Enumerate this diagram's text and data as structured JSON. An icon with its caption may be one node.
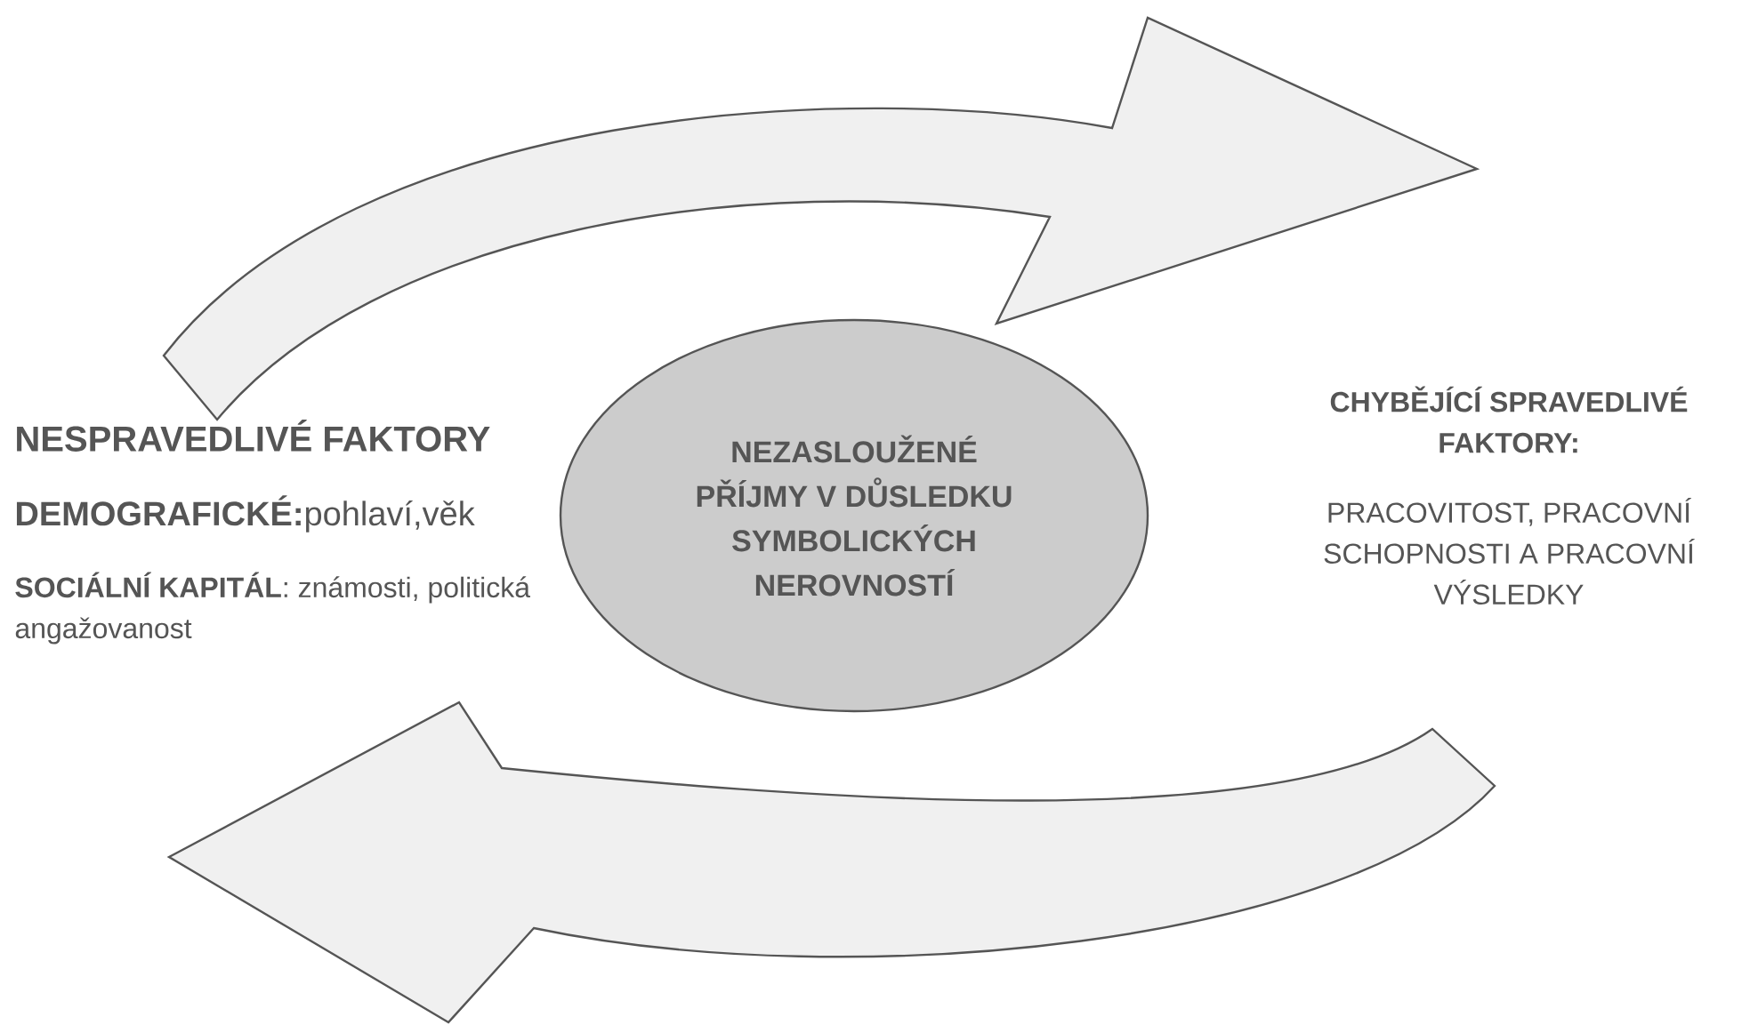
{
  "diagram": {
    "nodes": [
      {
        "text": [
          "NEZASLOUŽENÉ PŘÍJMY V DŮSLEDKU SYMBOLICKÝCH NEROVNOSTÍ"
        ]
      }
    ],
    "labels": [
      "NESPRAVEDLIVÉ FAKTORY",
      "**DEMOGRAFICKÉ:**pohlaví,věk",
      "**SOCIÁLNÍ KAPITÁL**: známosti, politická angažovanost",
      "CHYBĚJÍCÍ SPRAVEDLIVÉ FAKTORY:",
      "PRACOVITOST, PRACOVNÍ SCHOPNOSTI A PRACOVNÍ VÝSLEDKY"
    ]
  }
}
